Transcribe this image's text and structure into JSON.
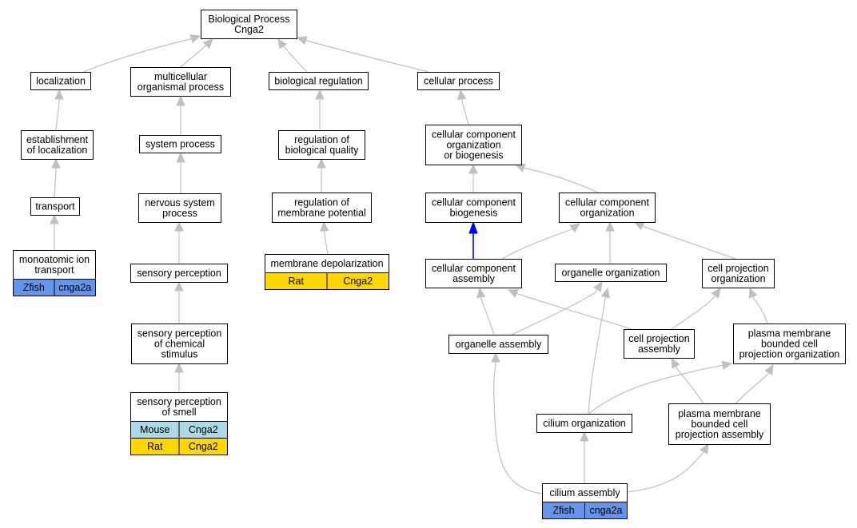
{
  "colors": {
    "edge": "#c0c0c0",
    "highlight_edge": "#0000ff",
    "zfish": "#6495ed",
    "mouse": "#add8e6",
    "rat": "#ffd700"
  },
  "nodes": {
    "root": [
      "Biological Process",
      "Cnga2"
    ],
    "localization": [
      "localization"
    ],
    "multicellular": [
      "multicellular",
      "organismal process"
    ],
    "biological_regulation": [
      "biological regulation"
    ],
    "cellular_process": [
      "cellular process"
    ],
    "establishment": [
      "establishment",
      "of localization"
    ],
    "system_process": [
      "system process"
    ],
    "regulation_quality": [
      "regulation of",
      "biological quality"
    ],
    "ccob": [
      "cellular component",
      "organization",
      "or biogenesis"
    ],
    "transport": [
      "transport"
    ],
    "nervous": [
      "nervous system",
      "process"
    ],
    "reg_membrane": [
      "regulation of",
      "membrane potential"
    ],
    "cc_biogenesis": [
      "cellular component",
      "biogenesis"
    ],
    "cc_organization": [
      "cellular component",
      "organization"
    ],
    "monoatomic": [
      "monoatomic ion",
      "transport"
    ],
    "sensory": [
      "sensory perception"
    ],
    "depolarization": [
      "membrane depolarization"
    ],
    "cc_assembly": [
      "cellular component",
      "assembly"
    ],
    "organelle_org": [
      "organelle organization"
    ],
    "cell_proj_org": [
      "cell projection",
      "organization"
    ],
    "chemical": [
      "sensory perception",
      "of chemical",
      "stimulus"
    ],
    "organelle_assembly": [
      "organelle assembly"
    ],
    "cell_proj_assembly": [
      "cell projection",
      "assembly"
    ],
    "pm_org": [
      "plasma membrane",
      "bounded cell",
      "projection organization"
    ],
    "smell": [
      "sensory perception",
      "of smell"
    ],
    "cilium_org": [
      "cilium organization"
    ],
    "pm_assembly": [
      "plasma membrane",
      "bounded cell",
      "projection assembly"
    ],
    "cilium_assembly": [
      "cilium assembly"
    ]
  },
  "annotations": {
    "monoatomic": [
      {
        "species": "Zfish",
        "gene": "cnga2a",
        "color": "#6495ed"
      }
    ],
    "depolarization": [
      {
        "species": "Rat",
        "gene": "Cnga2",
        "color": "#ffd700"
      }
    ],
    "smell": [
      {
        "species": "Mouse",
        "gene": "Cnga2",
        "color": "#add8e6"
      },
      {
        "species": "Rat",
        "gene": "Cnga2",
        "color": "#ffd700"
      }
    ],
    "cilium_assembly": [
      {
        "species": "Zfish",
        "gene": "cnga2a",
        "color": "#6495ed"
      }
    ]
  }
}
